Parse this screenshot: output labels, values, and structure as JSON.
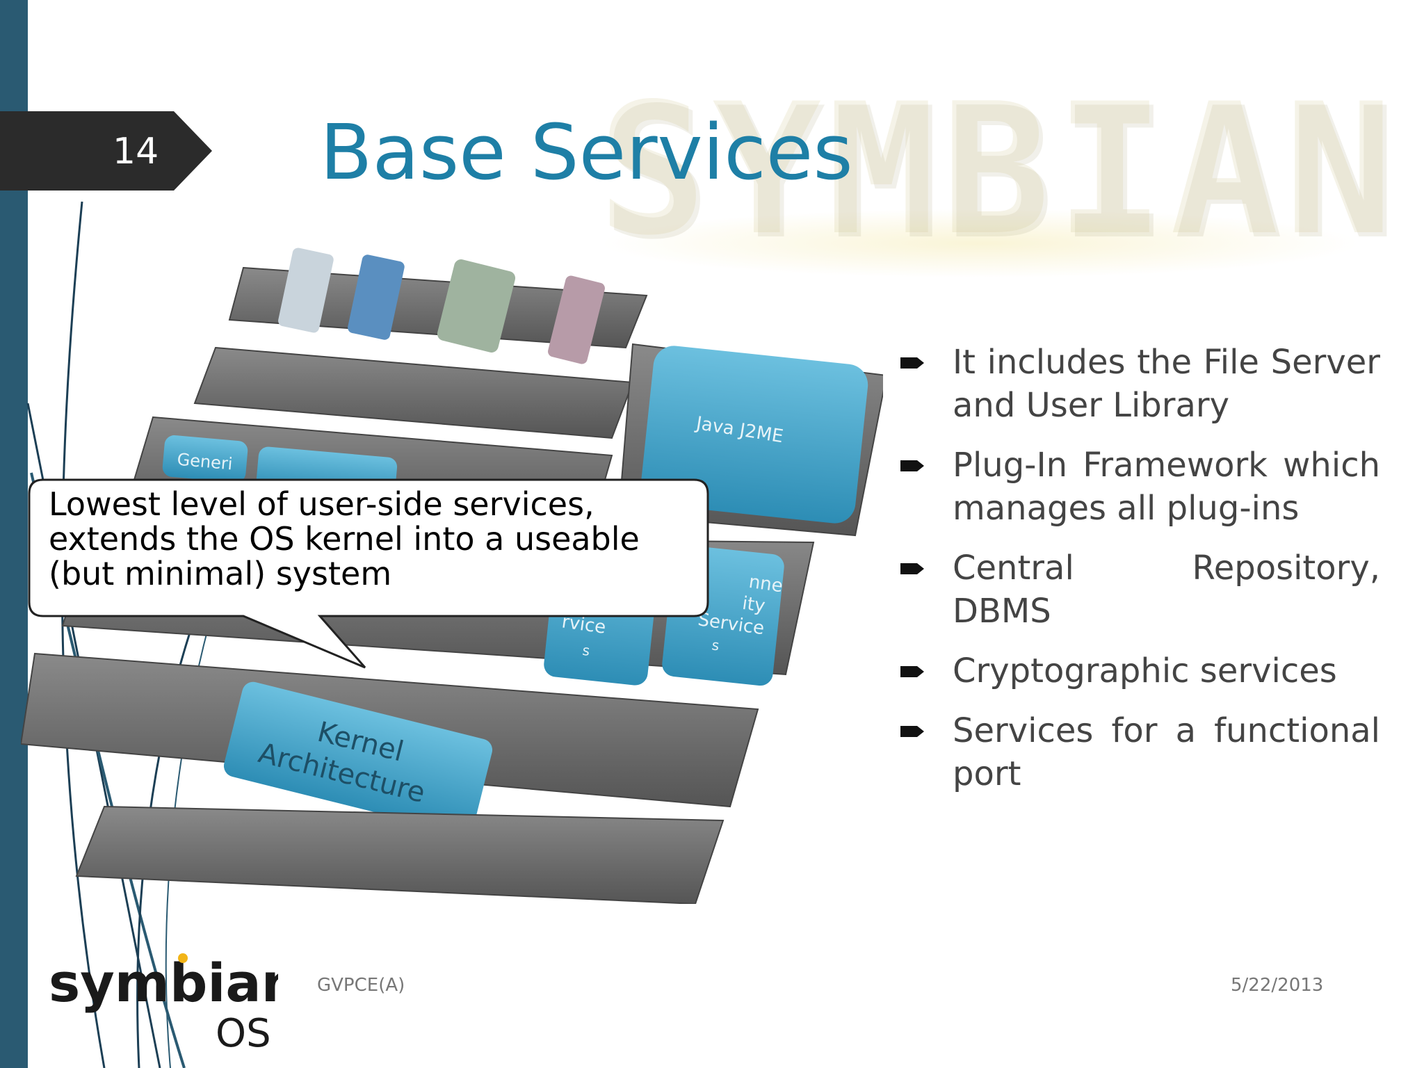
{
  "slide": {
    "number": "14",
    "title": "Base Services"
  },
  "watermark": {
    "text": "SYMBIAN"
  },
  "diagram": {
    "labels": {
      "java": "Java J2ME",
      "generic": "Generi",
      "kernel_line1": "Kernel",
      "kernel_line2": "Architecture",
      "conn_line1": "nne",
      "conn_line2": "ity",
      "conn_line3": "Service",
      "conn_line4": "s",
      "svc_line1": "rvice",
      "svc_line2": "s"
    }
  },
  "callout": {
    "lines": [
      "Lowest level of user-side services,",
      "extends the OS kernel into a useable",
      "(but minimal) system"
    ]
  },
  "bullets": [
    "It includes the File Server and User Library",
    "Plug-In Framework which manages all plug-ins",
    "Central Repository, DBMS",
    "Cryptographic services",
    "Services for a functional port"
  ],
  "footer": {
    "org": "GVPCE(A)",
    "date": "5/22/2013"
  },
  "logo": {
    "line1": "symbian",
    "line2": "OS"
  },
  "colors": {
    "accent": "#1e7fa6",
    "sidebar": "#2a5a72",
    "tab": "#2b2b2b",
    "tile": "#3fa0c6"
  }
}
